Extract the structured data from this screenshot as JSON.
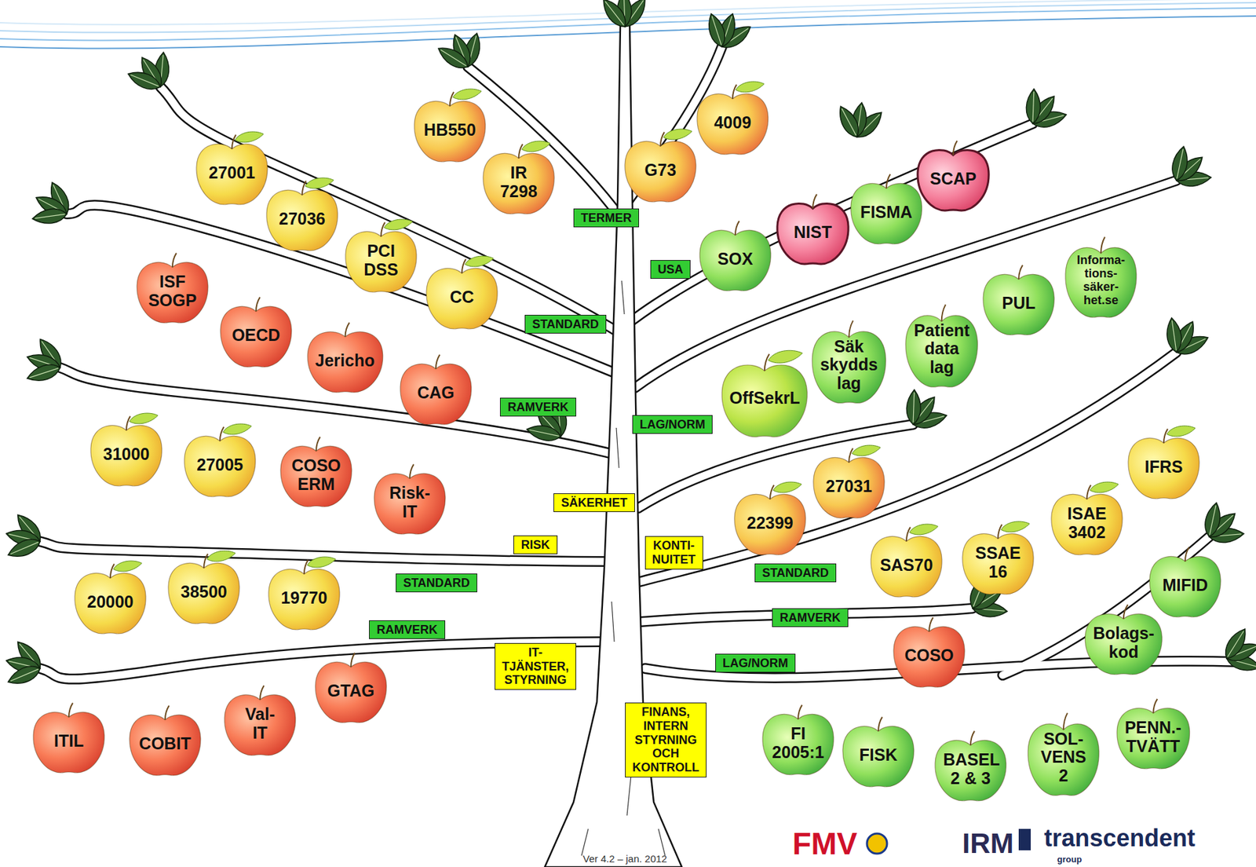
{
  "diagram": {
    "nodes": [
      {
        "text": [
          "HB550"
        ]
      },
      {
        "text": [
          "IR 7298"
        ]
      },
      {
        "text": [
          "G73"
        ]
      },
      {
        "text": [
          "4009"
        ]
      },
      {
        "text": [
          "27001"
        ]
      },
      {
        "text": [
          "27036"
        ]
      },
      {
        "text": [
          "PCI DSS"
        ]
      },
      {
        "text": [
          "CC"
        ]
      },
      {
        "text": [
          "ISF SOGP"
        ]
      },
      {
        "text": [
          "OECD"
        ]
      },
      {
        "text": [
          "Jericho"
        ]
      },
      {
        "text": [
          "CAG"
        ]
      },
      {
        "text": [
          "31000"
        ]
      },
      {
        "text": [
          "27005"
        ]
      },
      {
        "text": [
          "COSO ERM"
        ]
      },
      {
        "text": [
          "Risk-IT"
        ]
      },
      {
        "text": [
          "20000"
        ]
      },
      {
        "text": [
          "38500"
        ]
      },
      {
        "text": [
          "19770"
        ]
      },
      {
        "text": [
          "ITIL"
        ]
      },
      {
        "text": [
          "COBIT"
        ]
      },
      {
        "text": [
          "Val-IT"
        ]
      },
      {
        "text": [
          "GTAG"
        ]
      },
      {
        "text": [
          "SOX"
        ]
      },
      {
        "text": [
          "NIST"
        ]
      },
      {
        "text": [
          "FISMA"
        ]
      },
      {
        "text": [
          "SCAP"
        ]
      },
      {
        "text": [
          "Informa- tions- säker- het.se"
        ]
      },
      {
        "text": [
          "PUL"
        ]
      },
      {
        "text": [
          "Patient data lag"
        ]
      },
      {
        "text": [
          "Säk skydds lag"
        ]
      },
      {
        "text": [
          "OffSekrL"
        ]
      },
      {
        "text": [
          "22399"
        ]
      },
      {
        "text": [
          "27031"
        ]
      },
      {
        "text": [
          "SAS70"
        ]
      },
      {
        "text": [
          "SSAE 16"
        ]
      },
      {
        "text": [
          "ISAE 3402"
        ]
      },
      {
        "text": [
          "IFRS"
        ]
      },
      {
        "text": [
          "MIFID"
        ]
      },
      {
        "text": [
          "Bolags- kod"
        ]
      },
      {
        "text": [
          "COSO"
        ]
      },
      {
        "text": [
          "FI 2005:1"
        ]
      },
      {
        "text": [
          "FISK"
        ]
      },
      {
        "text": [
          "BASEL 2 & 3"
        ]
      },
      {
        "text": [
          "SOL- VENS 2"
        ]
      },
      {
        "text": [
          "PENN.- TVÄTT"
        ]
      },
      {
        "text": [
          "TERMER"
        ]
      },
      {
        "text": [
          "USA"
        ]
      },
      {
        "text": [
          "STANDARD"
        ]
      },
      {
        "text": [
          "RAMVERK"
        ]
      },
      {
        "text": [
          "LAG/NORM"
        ]
      },
      {
        "text": [
          "SÄKERHET"
        ]
      },
      {
        "text": [
          "RISK"
        ]
      },
      {
        "text": [
          "KONTI- NUITET"
        ]
      },
      {
        "text": [
          "STANDARD"
        ]
      },
      {
        "text": [
          "RAMVERK"
        ]
      },
      {
        "text": [
          "IT- TJÄNSTER, STYRNING"
        ]
      },
      {
        "text": [
          "FINANS, INTERN STYRNING OCH KONTROLL"
        ]
      },
      {
        "text": [
          "STANDARD"
        ]
      },
      {
        "text": [
          "RAMVERK"
        ]
      },
      {
        "text": [
          "LAG/NORM"
        ]
      }
    ],
    "labels": [
      "Ver 4.2 – jan. 2012",
      "FMV",
      "IRM",
      "transcendent",
      "group"
    ]
  }
}
